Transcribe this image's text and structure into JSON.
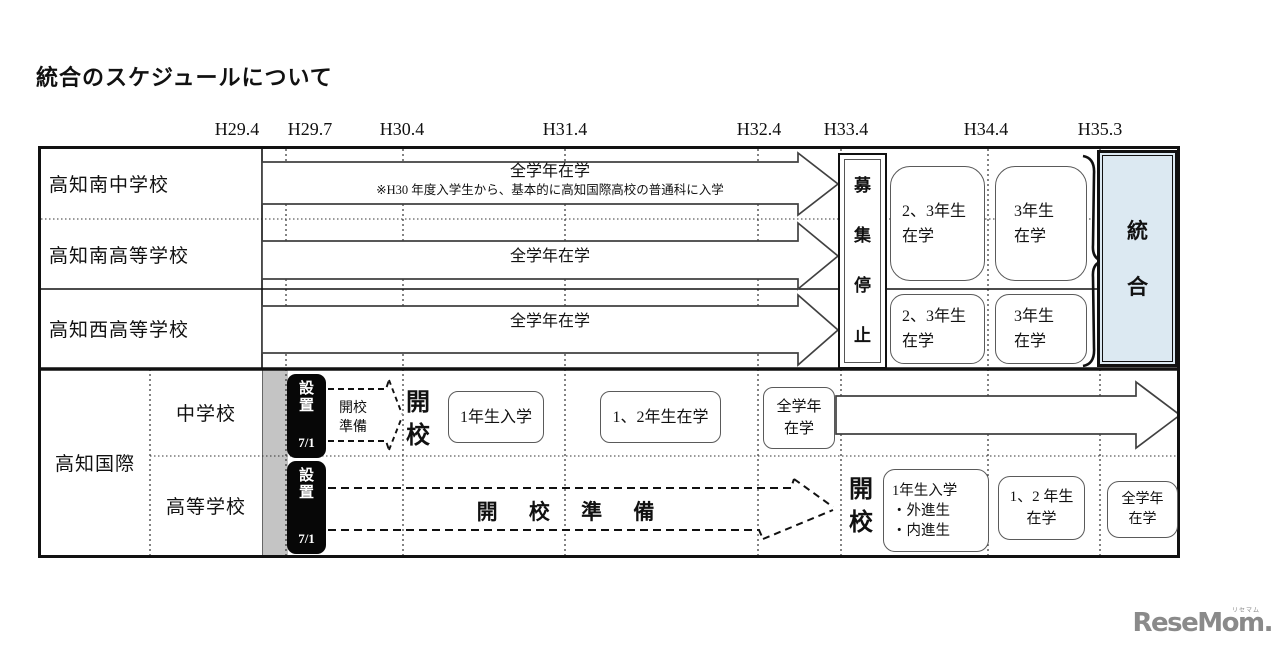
{
  "title": "統合のスケジュールについて",
  "timeline": [
    "H29.4",
    "H29.7",
    "H30.4",
    "H31.4",
    "H32.4",
    "H33.4",
    "H34.4",
    "H35.3"
  ],
  "top": {
    "rows": [
      {
        "label": "高知南中学校",
        "arrow": "全学年在学",
        "note": "※H30 年度入学生から、基本的に高知国際高校の普通科に入学"
      },
      {
        "label": "高知南高等学校",
        "arrow": "全学年在学"
      },
      {
        "label": "高知西高等学校",
        "arrow": "全学年在学"
      }
    ],
    "suspension": "募\n集\n停\n止",
    "grade_boxes": {
      "south_23": "2、3年生\n在学",
      "south_3": "3年生\n在学",
      "west_23": "2、3年生\n在学",
      "west_3": "3年生\n在学"
    },
    "integration": "統\n合"
  },
  "bottom": {
    "group": "高知国際",
    "jr_label": "中学校",
    "hs_label": "高等学校",
    "setup": "設\n置",
    "setup_date": "7/1",
    "jr_prep": "開校\n準備",
    "jr_open": "開\n校",
    "jr_enroll": "1年生入学",
    "jr_grades12": "1、2年生在学",
    "jr_all": "全学年\n在学",
    "hs_prep": "開 校 準 備",
    "hs_open": "開\n校",
    "hs_enroll": "1年生入学\n・外進生\n・内進生",
    "hs_grades12": "1、2 年生\n在学",
    "hs_all": "全学年\n在学"
  },
  "logo": {
    "text": "ReseMom",
    "suffix": ".",
    "ruby": "リセマム"
  },
  "colors": {
    "integration_fill": "#dce9f2",
    "strip_gray": "#c4c4c4",
    "logo_gray": "#8a8a8a"
  }
}
